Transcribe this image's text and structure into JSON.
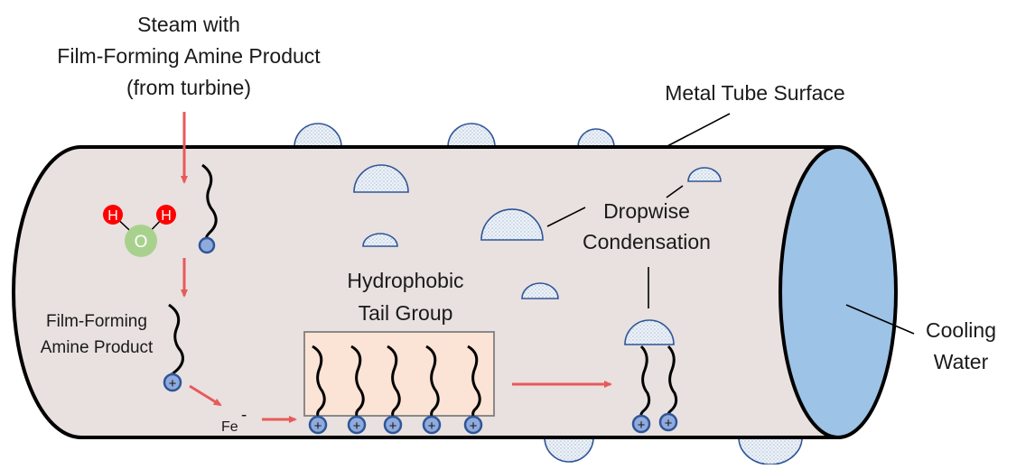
{
  "labels": {
    "steam_line1": "Steam with",
    "steam_line2": "Film-Forming Amine Product",
    "steam_line3": "(from turbine)",
    "metal_surface": "Metal Tube Surface",
    "dropwise_line1": "Dropwise",
    "dropwise_line2": "Condensation",
    "hydrophobic_line1": "Hydrophobic",
    "hydrophobic_line2": "Tail Group",
    "ffa_line1": "Film-Forming",
    "ffa_line2": "Amine Product",
    "fe_ion": "Fe",
    "fe_charge": "-",
    "cooling_line1": "Cooling",
    "cooling_line2": "Water"
  },
  "water_molecule": {
    "hydrogen_symbol": "H",
    "oxygen_symbol": "O"
  },
  "charge_symbol": "+",
  "colors": {
    "tube_fill": "#e8e1df",
    "tube_stroke": "#000000",
    "cooling_water": "#9dc3e6",
    "cooling_water_stroke": "#1f3864",
    "droplet_stroke": "#2f5597",
    "arrow": "#e85a5a",
    "hydrogen": "#ff0000",
    "oxygen": "#a9d18e",
    "head_group": "#2f5597",
    "head_group_fill": "#8faadc",
    "tail_box": "#fbe3d6",
    "tail_box_stroke": "#7f7f7f"
  }
}
